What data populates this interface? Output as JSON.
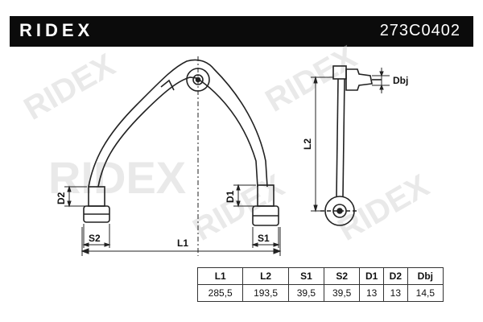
{
  "header": {
    "brand": "RIDEX",
    "part_number": "273C0402"
  },
  "watermark": {
    "text": "RIDEX"
  },
  "dimension_labels": {
    "L1": "L1",
    "L2": "L2",
    "S1": "S1",
    "S2": "S2",
    "D1": "D1",
    "D2": "D2",
    "Dbj": "Dbj"
  },
  "specs_table": {
    "columns": [
      "L1",
      "L2",
      "S1",
      "S2",
      "D1",
      "D2",
      "Dbj"
    ],
    "values": [
      "285,5",
      "193,5",
      "39,5",
      "39,5",
      "13",
      "13",
      "14,5"
    ]
  },
  "colors": {
    "header_bg": "#0b0b0b",
    "header_text": "#ffffff",
    "line": "#222222",
    "watermark": "#cfcfcf"
  }
}
